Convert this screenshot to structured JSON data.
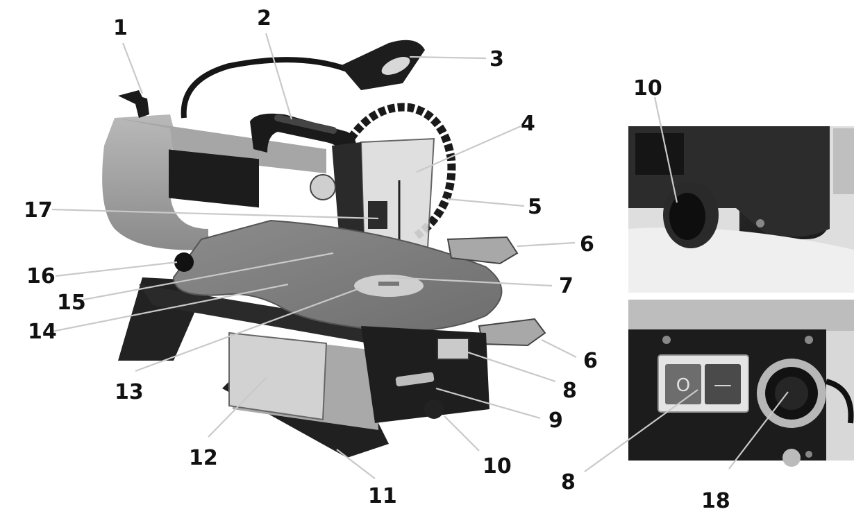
{
  "callouts": {
    "c1": "1",
    "c2": "2",
    "c3": "3",
    "c4": "4",
    "c5": "5",
    "c6a": "6",
    "c6b": "6",
    "c7": "7",
    "c8a": "8",
    "c8b": "8",
    "c9": "9",
    "c10a": "10",
    "c10b": "10",
    "c11": "11",
    "c12": "12",
    "c13": "13",
    "c14": "14",
    "c15": "15",
    "c16": "16",
    "c17": "17",
    "c18": "18"
  },
  "inset_switch": {
    "off_symbol": "O",
    "on_symbol": "—"
  },
  "colors": {
    "body_gray": "#8f8f8f",
    "body_light": "#b5b5b5",
    "table_gray": "#7e7e7e",
    "dark": "#1b1b1b",
    "leader_line": "#c9c9c9"
  }
}
